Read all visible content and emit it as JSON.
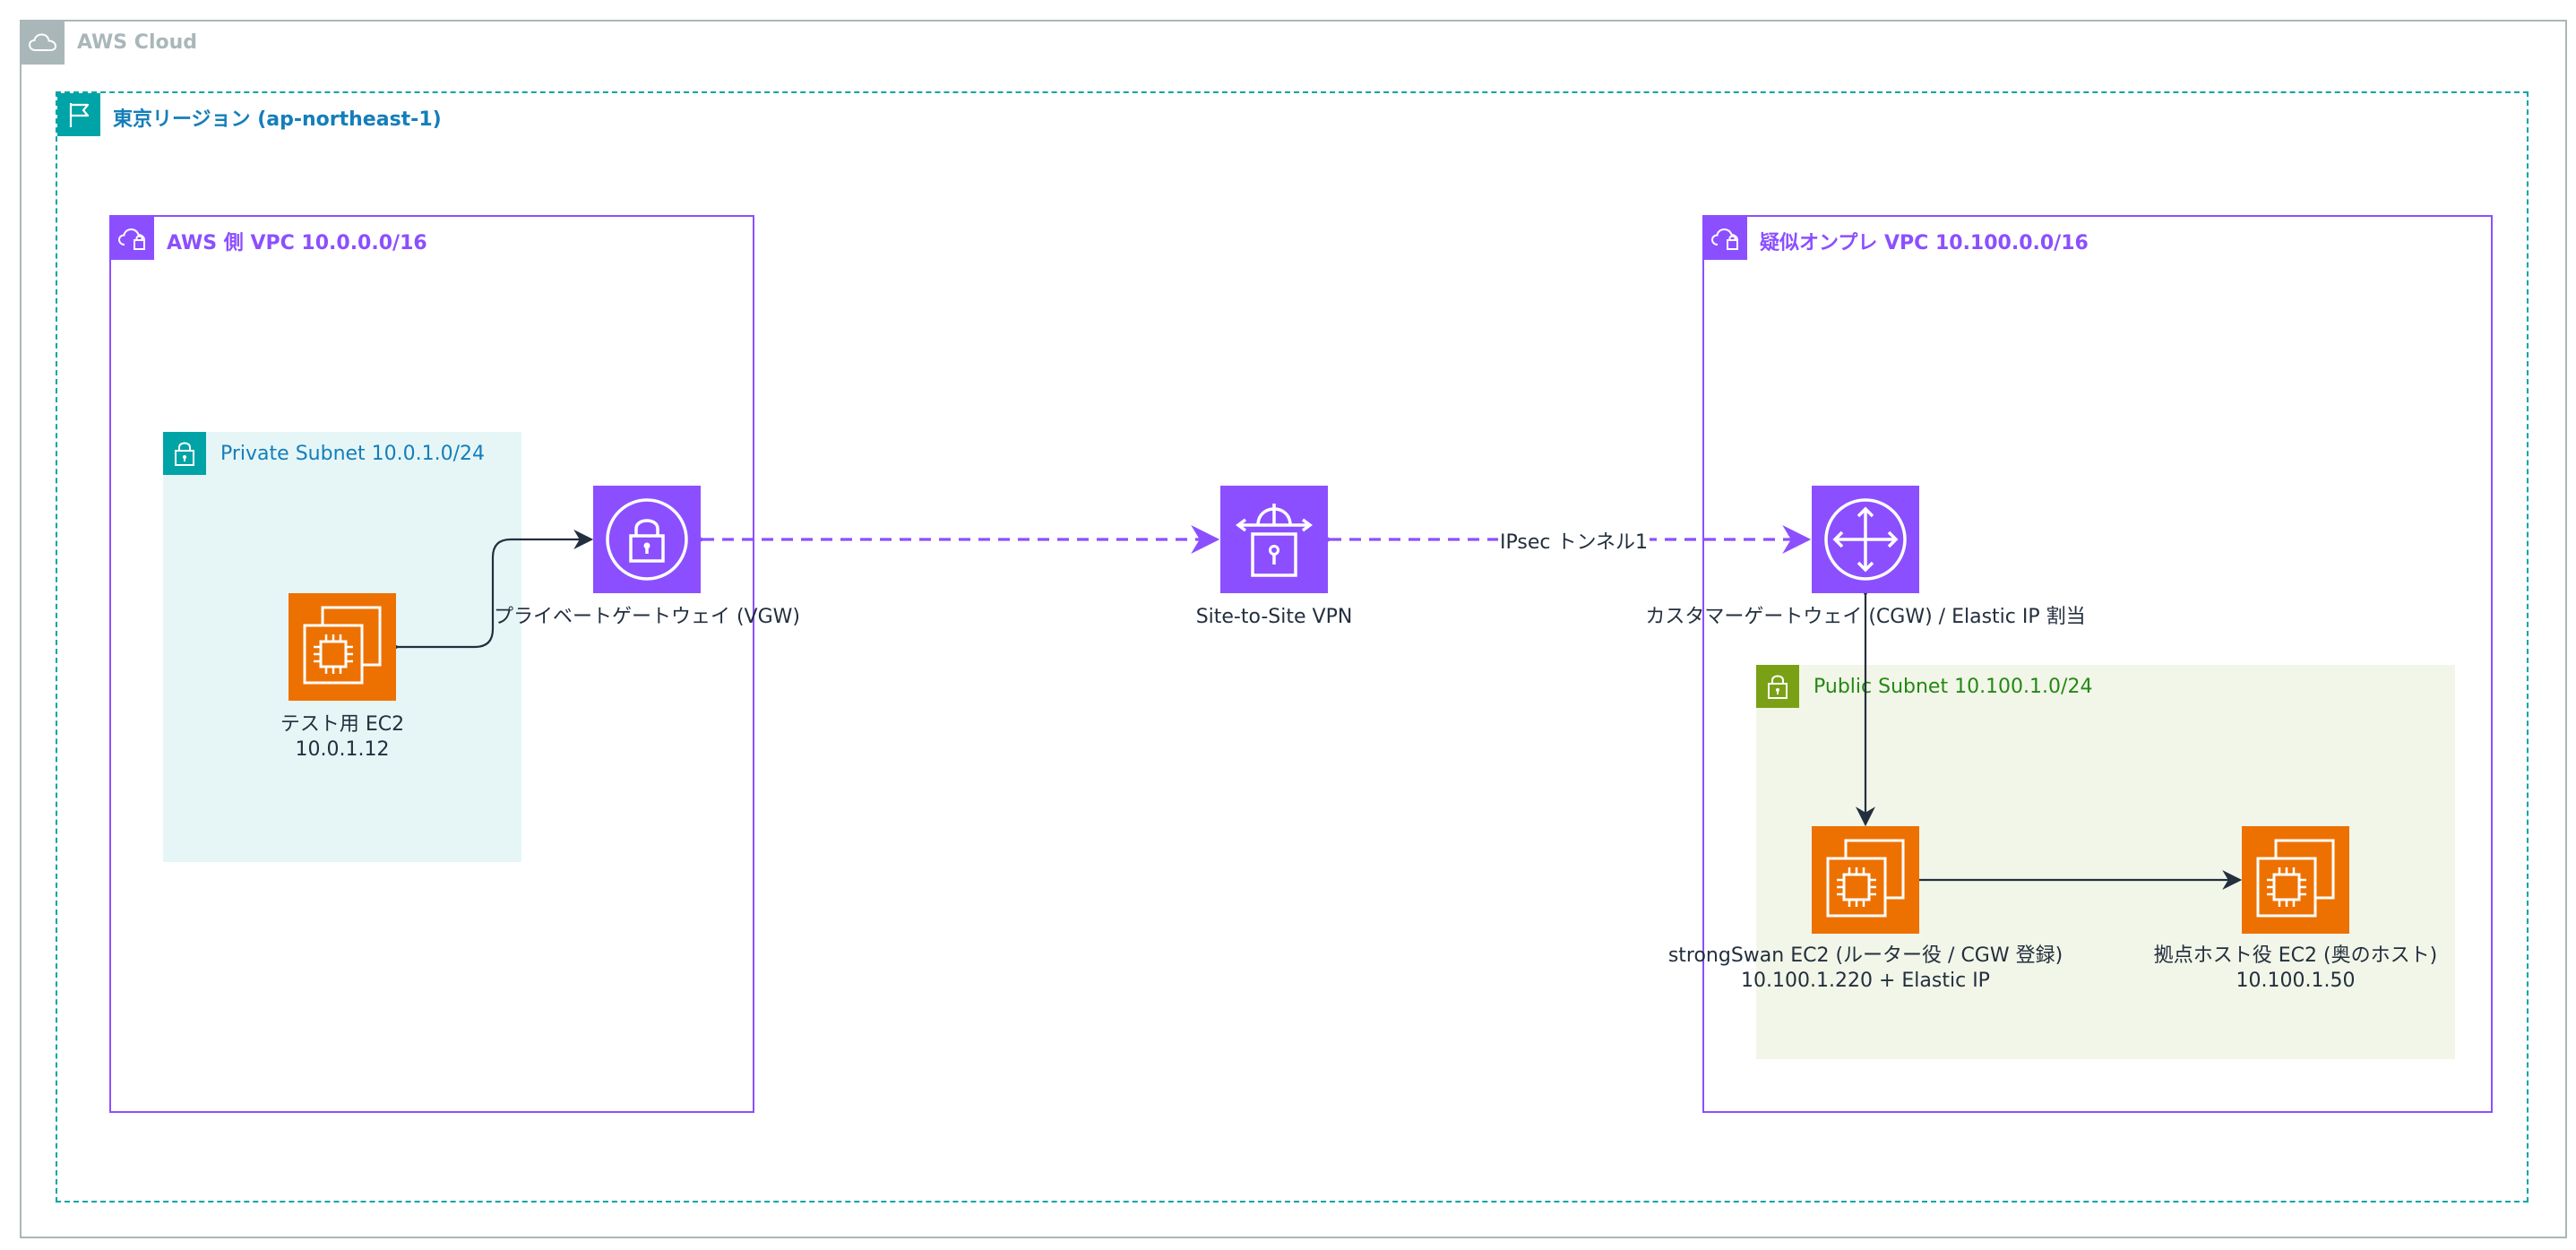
{
  "cloud": {
    "label": "AWS Cloud"
  },
  "region": {
    "label": "東京リージョン (ap-northeast-1)"
  },
  "vpc_aws": {
    "label": "AWS 側 VPC 10.0.0.0/16"
  },
  "vpc_onprem": {
    "label": "疑似オンプレ VPC 10.100.0.0/16"
  },
  "subnet_private": {
    "label": "Private Subnet 10.0.1.0/24"
  },
  "subnet_public": {
    "label": "Public Subnet 10.100.1.0/24"
  },
  "nodes": {
    "test_ec2": {
      "line1": "テスト用 EC2",
      "line2": "10.0.1.12"
    },
    "vgw": {
      "label": "プライベートゲートウェイ (VGW)"
    },
    "vpn": {
      "label": "Site-to-Site VPN"
    },
    "cgw": {
      "label": "カスタマーゲートウェイ (CGW) / Elastic IP 割当"
    },
    "strongswan": {
      "line1": "strongSwan EC2 (ルーター役 / CGW 登録)",
      "line2": "10.100.1.220 + Elastic IP"
    },
    "site_host": {
      "line1": "拠点ホスト役 EC2 (奥のホスト)",
      "line2": "10.100.1.50"
    }
  },
  "edges": {
    "ipsec_label": "IPsec トンネル1"
  },
  "colors": {
    "cloud_border": "#aab7b8",
    "region_border": "#00a4a6",
    "region_text": "#147eba",
    "vpc_border": "#8c4fff",
    "private_subnet_fill": "#e6f6f7",
    "private_subnet_accent": "#00a4a6",
    "private_subnet_text": "#147eba",
    "public_subnet_fill": "#f2f6e8",
    "public_subnet_accent": "#7aa116",
    "public_subnet_text": "#248814",
    "compute_orange": "#ed7100",
    "network_purple": "#8c4fff"
  }
}
